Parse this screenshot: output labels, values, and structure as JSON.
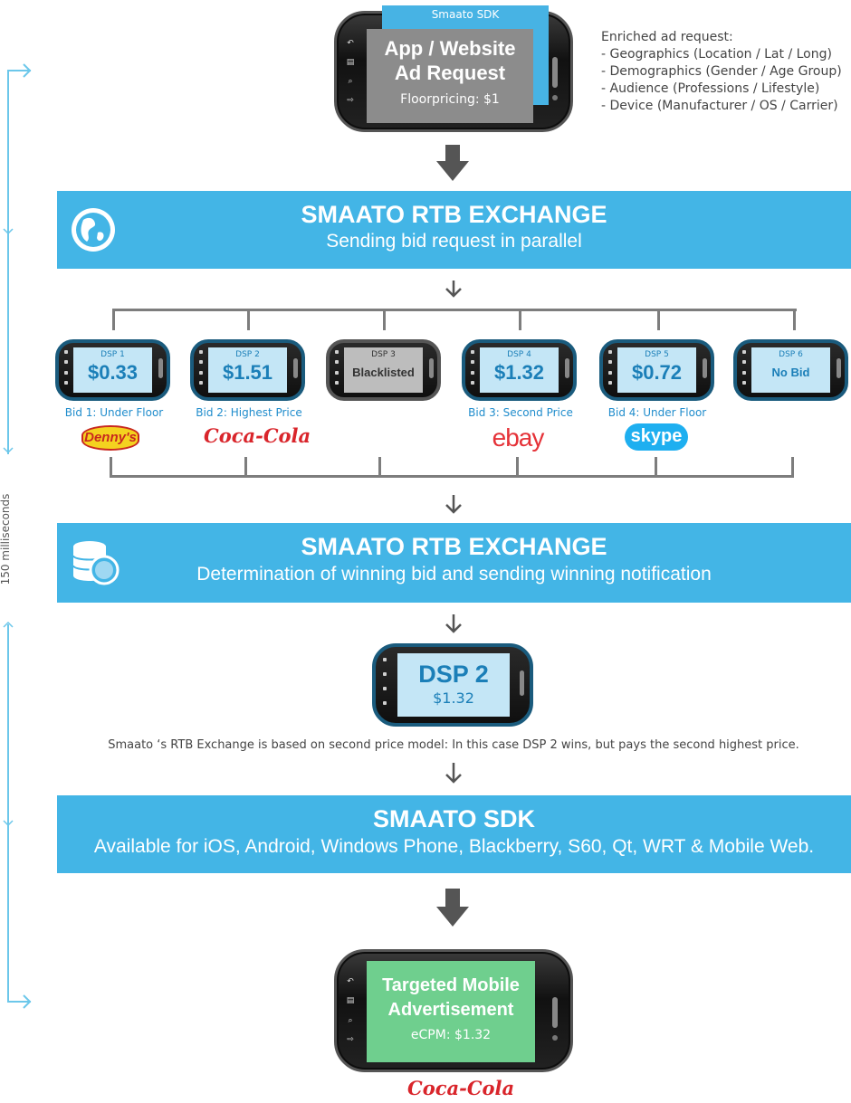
{
  "sdk_tab": "Smaato SDK",
  "top_phone": {
    "line1": "App / Website",
    "line2": "Ad Request",
    "floor": "Floorpricing: $1"
  },
  "enriched": {
    "title": "Enriched ad request:",
    "items": [
      "- Geographics (Location / Lat / Long)",
      "- Demographics (Gender / Age Group)",
      "- Audience (Professions / Lifestyle)",
      "- Device (Manufacturer / OS / Carrier)"
    ]
  },
  "exchange1": {
    "title": "SMAATO RTB EXCHANGE",
    "subtitle": "Sending bid request in parallel"
  },
  "dsps": [
    {
      "name": "DSP 1",
      "value": "$0.33",
      "bid": "Bid 1: Under Floor",
      "brand": "Denny's"
    },
    {
      "name": "DSP 2",
      "value": "$1.51",
      "bid": "Bid 2: Highest Price",
      "brand": "Coca-Cola"
    },
    {
      "name": "DSP 3",
      "value": "Blacklisted",
      "bid": "",
      "brand": ""
    },
    {
      "name": "DSP 4",
      "value": "$1.32",
      "bid": "Bid 3: Second Price",
      "brand": "ebay"
    },
    {
      "name": "DSP 5",
      "value": "$0.72",
      "bid": "Bid 4: Under Floor",
      "brand": "skype"
    },
    {
      "name": "DSP 6",
      "value": "No Bid",
      "bid": "",
      "brand": ""
    }
  ],
  "exchange2": {
    "title": "SMAATO RTB EXCHANGE",
    "subtitle": "Determination of winning bid and sending winning notification"
  },
  "winner": {
    "name": "DSP 2",
    "price": "$1.32"
  },
  "note": "Smaato ‘s RTB Exchange is based on second price model: In this case DSP 2 wins, but pays the second highest price.",
  "sdk": {
    "title": "SMAATO SDK",
    "subtitle": "Available for iOS, Android, Windows Phone, Blackberry, S60, Qt, WRT & Mobile Web."
  },
  "final_phone": {
    "line1": "Targeted Mobile",
    "line2": "Advertisement",
    "ecpm": "eCPM: $1.32"
  },
  "final_brand": "Coca-Cola",
  "timeline_label": "150 milliseconds",
  "colors": {
    "accent": "#43b5e6",
    "dsp_text": "#1b7fb8",
    "bid_text": "#1f8ccc",
    "final_screen": "#6fcf8e",
    "timeline": "#6cc7ea"
  }
}
